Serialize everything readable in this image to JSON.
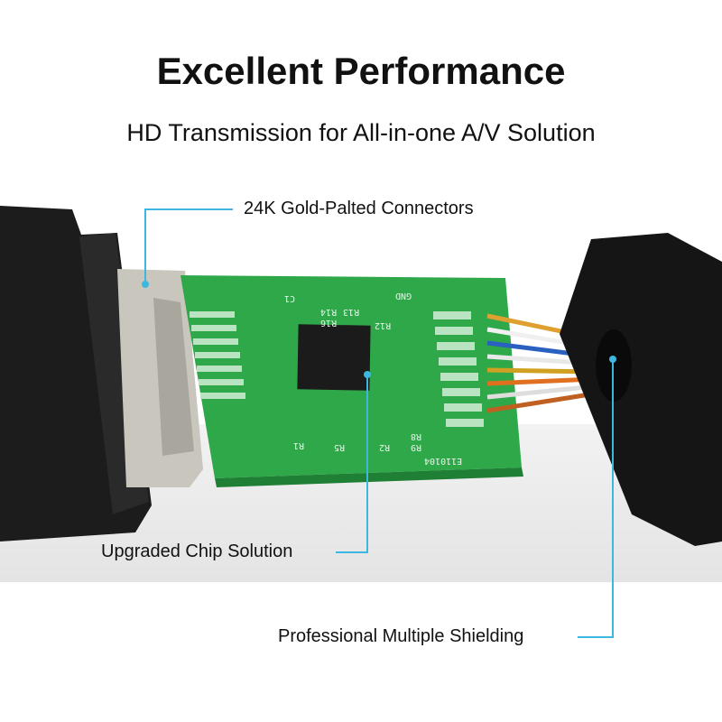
{
  "header": {
    "title": "Excellent Performance",
    "subtitle": "HD Transmission for All-in-one A/V Solution"
  },
  "callouts": [
    {
      "label": "24K Gold-Palted Connectors"
    },
    {
      "label": "Upgraded Chip Solution"
    },
    {
      "label": "Professional Multiple Shielding"
    }
  ],
  "pcb_markings": [
    "GND",
    "C1",
    "R14",
    "R13",
    "R16",
    "R12",
    "R1",
    "R2",
    "R5",
    "R8",
    "R9",
    "E110104"
  ],
  "colors": {
    "callout_line": "#3cb8e0",
    "pcb": "#2fa84a",
    "housing": "#1a1a1a",
    "background": "#ffffff"
  }
}
